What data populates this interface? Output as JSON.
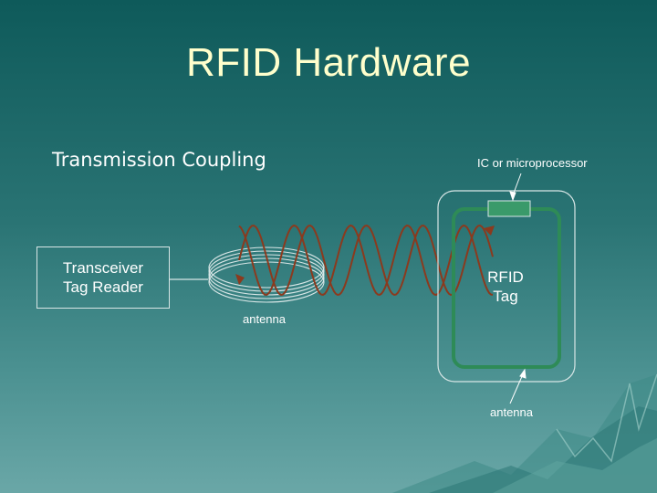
{
  "title": "RFID Hardware",
  "subtitle": "Transmission Coupling",
  "reader": {
    "line1": "Transceiver",
    "line2": "Tag Reader"
  },
  "labels": {
    "ic": "IC or microprocessor",
    "reader_antenna": "antenna",
    "tag_antenna": "antenna"
  },
  "tag": {
    "line1": "RFID",
    "line2": "Tag"
  },
  "colors": {
    "title": "#ffffcc",
    "wave": "#8b3a1e",
    "tag_antenna": "#2e8b57",
    "chip": "#3a9a6a",
    "outline": "#d8e6e6"
  }
}
